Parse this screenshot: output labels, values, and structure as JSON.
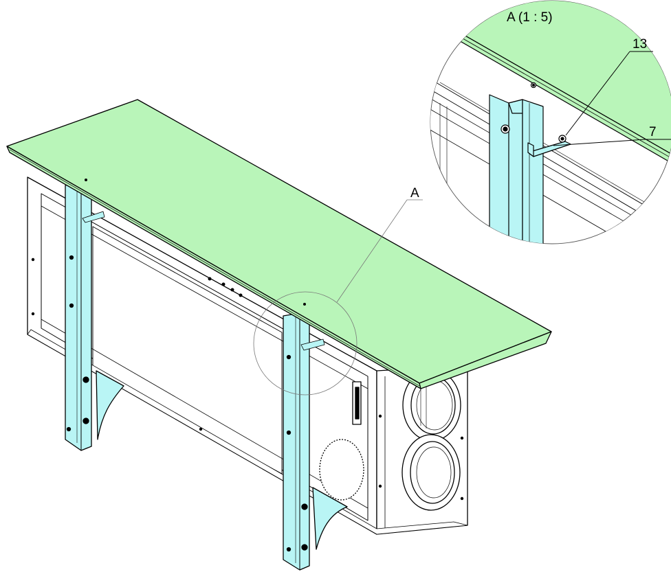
{
  "detail_view": {
    "title": "A (1 : 5)",
    "callouts": [
      {
        "label": "13"
      },
      {
        "label": "7"
      }
    ]
  },
  "main_view": {
    "detail_marker": "A"
  },
  "colors": {
    "roof_panel": "#b9f5b9",
    "support_leg": "#b9f5f5",
    "outline": "#000000",
    "background": "#ffffff"
  }
}
